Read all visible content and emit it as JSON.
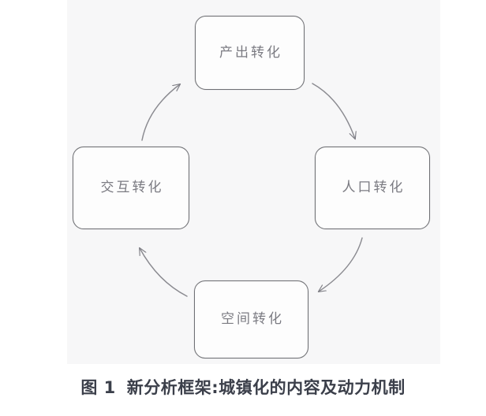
{
  "figure": {
    "caption_index": "图 1",
    "caption_text": "新分析框架:城镇化的内容及动力机制",
    "background_color": "#ffffff",
    "panel_color": "#f7f7f8"
  },
  "chart_data": {
    "type": "diagram",
    "diagram_kind": "cyclical-flow",
    "title": "新分析框架:城镇化的内容及动力机制",
    "node_shape": "rounded-rectangle",
    "node_border_color": "#6f7074",
    "node_fill_color": "#fdfdfd",
    "node_text_color": "#7b7b82",
    "arrow_color": "#8a8a90",
    "flow_direction": "clockwise",
    "nodes": [
      {
        "id": "output",
        "label": "产出转化",
        "position": "top"
      },
      {
        "id": "pop",
        "label": "人口转化",
        "position": "right"
      },
      {
        "id": "space",
        "label": "空间转化",
        "position": "bottom"
      },
      {
        "id": "interact",
        "label": "交互转化",
        "position": "left"
      }
    ],
    "edges": [
      {
        "from": "output",
        "to": "pop",
        "style": "curved-arrow",
        "label": ""
      },
      {
        "from": "pop",
        "to": "space",
        "style": "curved-arrow",
        "label": ""
      },
      {
        "from": "space",
        "to": "interact",
        "style": "curved-arrow",
        "label": ""
      },
      {
        "from": "interact",
        "to": "output",
        "style": "curved-arrow",
        "label": ""
      }
    ]
  },
  "nodes": {
    "output": {
      "label": "产出转化"
    },
    "pop": {
      "label": "人口转化"
    },
    "space": {
      "label": "空间转化"
    },
    "interact": {
      "label": "交互转化"
    }
  }
}
